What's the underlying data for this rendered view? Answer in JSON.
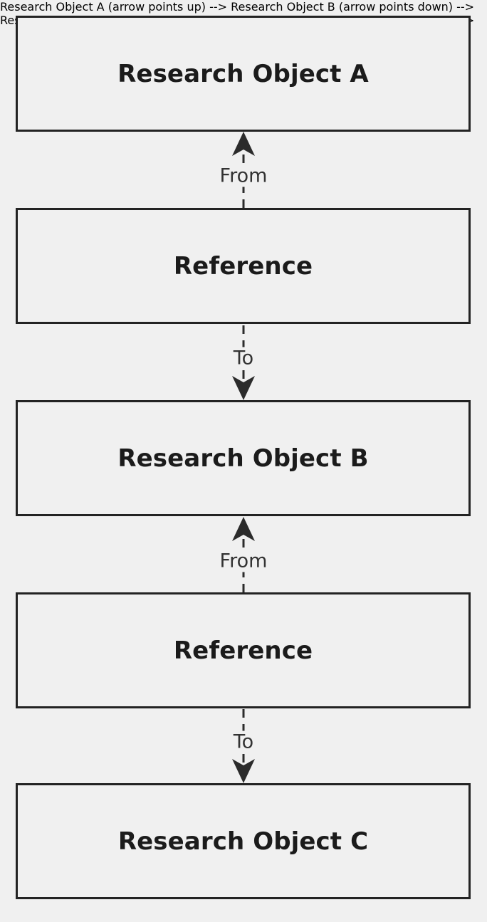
{
  "diagram": {
    "type": "flowchart",
    "direction": "bottom-to-top-and-top-to-bottom",
    "background_color": "#f0f0f0",
    "node_border_color": "#232323",
    "node_fill_color": "#f0f0f0",
    "node_text_color": "#1b1b1b",
    "edge_color": "#2b2b2b",
    "edge_label_color": "#333333",
    "edge_style": "dashed",
    "nodes": [
      {
        "id": "objectA",
        "label": "Research Object A"
      },
      {
        "id": "reference1",
        "label": "Reference"
      },
      {
        "id": "objectB",
        "label": "Research Object B"
      },
      {
        "id": "reference2",
        "label": "Reference"
      },
      {
        "id": "objectC",
        "label": "Research Object C"
      }
    ],
    "edges": [
      {
        "id": "edge1",
        "label": "From",
        "source": "reference1",
        "target": "objectA",
        "direction": "up"
      },
      {
        "id": "edge2",
        "label": "To",
        "source": "reference1",
        "target": "objectB",
        "direction": "down"
      },
      {
        "id": "edge3",
        "label": "From",
        "source": "reference2",
        "target": "objectB",
        "direction": "up"
      },
      {
        "id": "edge4",
        "label": "To",
        "source": "reference2",
        "target": "objectC",
        "direction": "down"
      }
    ]
  }
}
